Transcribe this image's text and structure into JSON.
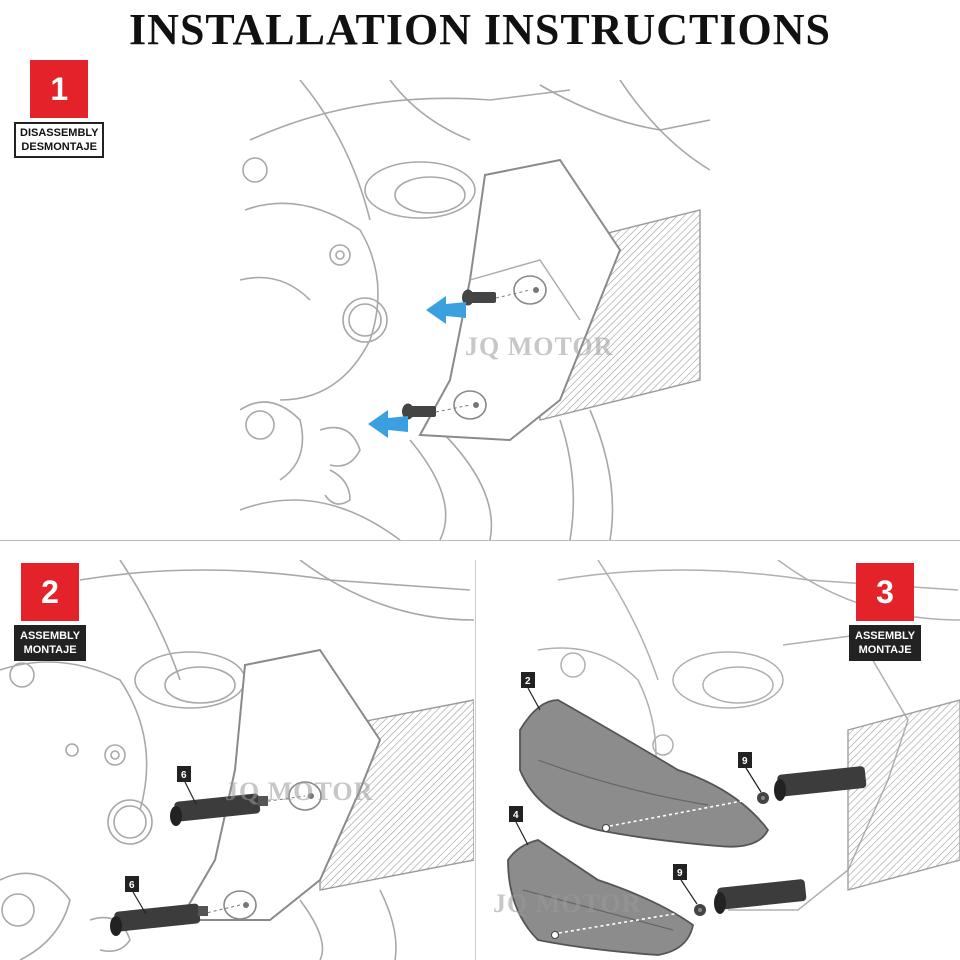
{
  "title": "INSTALLATION INSTRUCTIONS",
  "steps": [
    {
      "number": "1",
      "label_line1": "DISASSEMBLY",
      "label_line2": "DESMONTAJE"
    },
    {
      "number": "2",
      "label_line1": "ASSEMBLY",
      "label_line2": "MONTAJE"
    },
    {
      "number": "3",
      "label_line1": "ASSEMBLY",
      "label_line2": "MONTAJE"
    }
  ],
  "watermark": "JQ MOTOR",
  "callouts": {
    "step2_top": "6",
    "step2_bottom": "6",
    "step3_cover_upper": "2",
    "step3_cover_lower": "4",
    "step3_washer_upper": "9",
    "step3_washer_lower": "9"
  },
  "colors": {
    "accent_red": "#e42229",
    "arrow_blue": "#3aa0e0",
    "line_art": "#9a9a9a",
    "part_gray": "#8c8c8c"
  }
}
